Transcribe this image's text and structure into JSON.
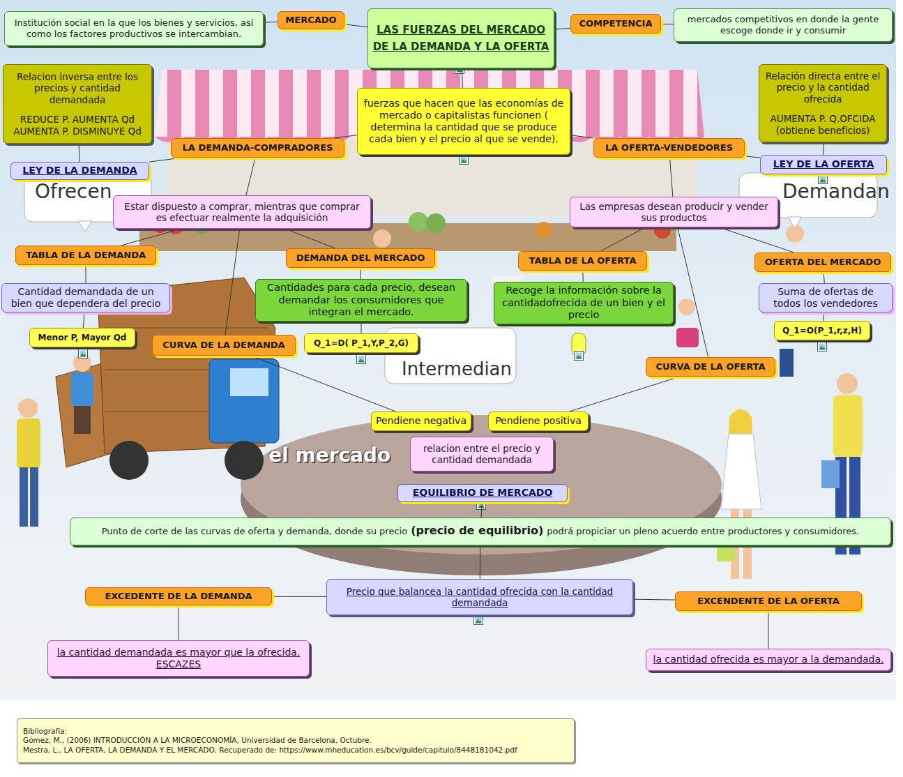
{
  "diagram": {
    "nodes": [
      {
        "text": [
          "LAS FUERZAS DEL MERCADO DE LA DEMANDA Y LA OFERTA"
        ]
      },
      {
        "text": [
          "MERCADO"
        ]
      },
      {
        "text": [
          "Institución social en la que los bienes y servicios, así como los factores productivos se intercambian."
        ]
      },
      {
        "text": [
          "COMPETENCIA"
        ]
      },
      {
        "text": [
          "mercados competitivos en donde la gente escoge donde ir y consumir"
        ]
      },
      {
        "text": [
          "Relacion inversa entre los precios y cantidad demandada",
          "REDUCE P. AUMENTA Qd AUMENTA P. DISMINUYE Qd"
        ]
      },
      {
        "text": [
          "fuerzas que hacen que las economías de mercado o capitalistas funcionen ( determina la cantidad que se produce cada bien y el precio al que se vende)."
        ]
      },
      {
        "text": [
          "Relación directa entre el precio y la cantidad ofrecida",
          "AUMENTA P. Q.OFCIDA (obtiene beneficios)"
        ]
      },
      {
        "text": [
          "LA DEMANDA-COMPRADORES"
        ]
      },
      {
        "text": [
          "LA OFERTA-VENDEDORES"
        ]
      },
      {
        "text": [
          "LEY DE LA DEMANDA"
        ]
      },
      {
        "text": [
          "LEY DE LA OFERTA"
        ]
      },
      {
        "text": [
          "Estar dispuesto a comprar, mientras que comprar es efectuar realmente la adquisición"
        ]
      },
      {
        "text": [
          "Las empresas desean producir y vender sus productos"
        ]
      },
      {
        "text": [
          "TABLA DE LA DEMANDA"
        ]
      },
      {
        "text": [
          "DEMANDA DEL MERCADO"
        ]
      },
      {
        "text": [
          "TABLA DE LA OFERTA"
        ]
      },
      {
        "text": [
          "OFERTA DEL MERCADO"
        ]
      },
      {
        "text": [
          "Cantidad demandada de un bien que dependera del precio"
        ]
      },
      {
        "text": [
          "Cantidades para cada precio, desean demandar los consumidores que integran el mercado."
        ]
      },
      {
        "text": [
          "Recoge la información sobre la cantidadofrecida de un bien y el precio"
        ]
      },
      {
        "text": [
          "Suma de ofertas de todos los vendedores"
        ]
      },
      {
        "text": [
          "Menor P, Mayor Qd"
        ]
      },
      {
        "text": [
          "CURVA DE LA DEMANDA"
        ]
      },
      {
        "text": [
          "Q_1=D( P_1,Y,P_2,G)"
        ]
      },
      {
        "text": [
          "Q_1=O(P_1,r,z,H)"
        ]
      },
      {
        "text": [
          "CURVA DE LA OFERTA"
        ]
      },
      {
        "text": [
          "Pendiene negativa"
        ]
      },
      {
        "text": [
          "Pendiene positiva"
        ]
      },
      {
        "text": [
          "relacion entre el precio y cantidad demandada"
        ]
      },
      {
        "text": [
          "EQUILIBRIO DE MERCADO"
        ]
      },
      {
        "text": [
          "Punto de corte de las curvas de oferta y demanda, donde su precio",
          "(precio de equilibrio)",
          "podrá propiciar un pleno acuerdo entre productores y consumidores."
        ]
      },
      {
        "text": [
          "EXCEDENTE DE LA DEMANDA"
        ]
      },
      {
        "text": [
          "Precio que balancea la cantidad ofrecida con la cantidad demandada"
        ]
      },
      {
        "text": [
          "EXCENDENTE DE LA OFERTA"
        ]
      },
      {
        "text": [
          "la cantidad demandada es mayor que la ofrecida. ESCAZES"
        ]
      },
      {
        "text": [
          "la cantidad ofrecida es mayor a la demandada."
        ]
      },
      {
        "text": [
          "Bibliografía:",
          "Gómez, M., (2006) INTRODUCCIÓN A LA MICROECONOMÍA, Universidad de Barcelona, Octubre.",
          "Mestra, L., LA OFERTA, LA DEMANDA Y EL MERCADO, Recuperado de: https://www.mheducation.es/bcv/guide/capitulo/8448181042.pdf"
        ]
      }
    ],
    "edges": [
      {
        "from": 0,
        "to": 1,
        "arrow": "none"
      },
      {
        "from": 1,
        "to": 2,
        "arrow": "none"
      },
      {
        "from": 0,
        "to": 3,
        "arrow": "none"
      },
      {
        "from": 3,
        "to": 4,
        "arrow": "none"
      },
      {
        "from": 0,
        "to": 6,
        "arrow": "none"
      },
      {
        "from": 6,
        "to": 8,
        "arrow": "none"
      },
      {
        "from": 6,
        "to": 9,
        "arrow": "none"
      },
      {
        "from": 8,
        "to": 10,
        "arrow": "none"
      },
      {
        "from": 10,
        "to": 5,
        "arrow": "none"
      },
      {
        "from": 9,
        "to": 11,
        "arrow": "none"
      },
      {
        "from": 11,
        "to": 7,
        "arrow": "none"
      },
      {
        "from": 8,
        "to": 12,
        "arrow": "none"
      },
      {
        "from": 9,
        "to": 13,
        "arrow": "none"
      },
      {
        "from": 12,
        "to": 14,
        "arrow": "none"
      },
      {
        "from": 12,
        "to": 15,
        "arrow": "none"
      },
      {
        "from": 12,
        "to": 23,
        "arrow": "none"
      },
      {
        "from": 13,
        "to": 16,
        "arrow": "none"
      },
      {
        "from": 13,
        "to": 17,
        "arrow": "none"
      },
      {
        "from": 13,
        "to": 26,
        "arrow": "none"
      },
      {
        "from": 14,
        "to": 18,
        "arrow": "none"
      },
      {
        "from": 18,
        "to": 22,
        "arrow": "none"
      },
      {
        "from": 15,
        "to": 19,
        "arrow": "none"
      },
      {
        "from": 19,
        "to": 24,
        "arrow": "none"
      },
      {
        "from": 16,
        "to": 20,
        "arrow": "none"
      },
      {
        "from": 17,
        "to": 21,
        "arrow": "none"
      },
      {
        "from": 21,
        "to": 25,
        "arrow": "none"
      },
      {
        "from": 23,
        "to": 27,
        "arrow": "none"
      },
      {
        "from": 26,
        "to": 28,
        "arrow": "none"
      },
      {
        "from": 30,
        "to": 31,
        "arrow": "none"
      },
      {
        "from": 31,
        "to": 33,
        "arrow": "none"
      },
      {
        "from": 33,
        "to": 32,
        "arrow": "none"
      },
      {
        "from": 33,
        "to": 34,
        "arrow": "none"
      },
      {
        "from": 32,
        "to": 35,
        "arrow": "none"
      },
      {
        "from": 34,
        "to": 36,
        "arrow": "none"
      }
    ],
    "labels": [
      "Ofrecen",
      "Demandan",
      "Intermedian",
      "el mercado"
    ]
  }
}
